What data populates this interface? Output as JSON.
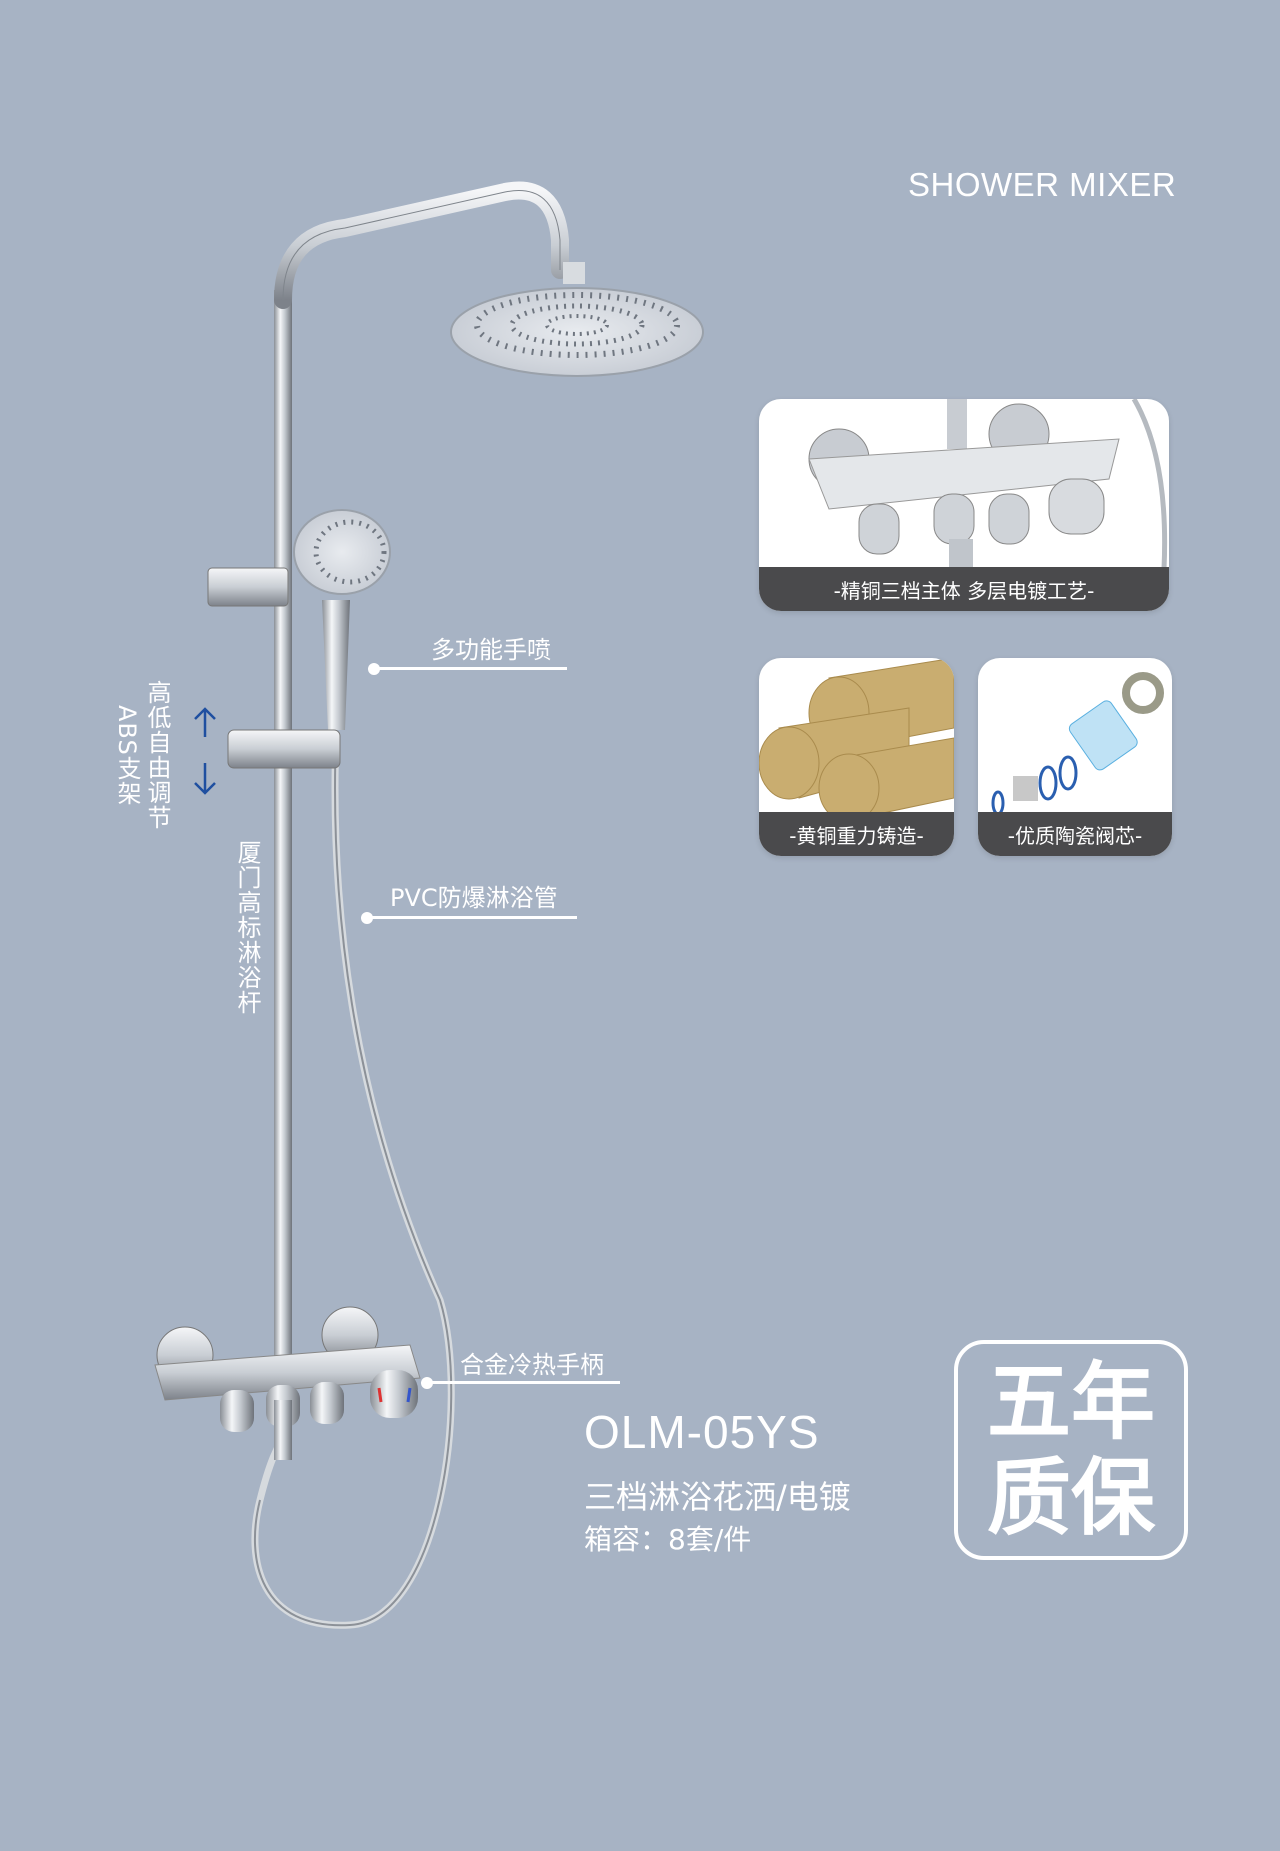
{
  "header": {
    "title": "SHOWER MIXER"
  },
  "features": [
    {
      "caption": "-精铜三档主体  多层电镀工艺-",
      "icon": "mixer-valve-photo"
    },
    {
      "caption": "-黄铜重力铸造-",
      "icon": "brass-rods-photo"
    },
    {
      "caption": "-优质陶瓷阀芯-",
      "icon": "ceramic-cartridge-photo"
    }
  ],
  "callouts": {
    "hand_shower": "多功能手喷",
    "hose": "PVC防爆淋浴管",
    "handle": "合金冷热手柄",
    "bracket_line1": "高低自由调节",
    "bracket_line2": "ABS支架",
    "rod": "厦门高标淋浴杆"
  },
  "product": {
    "model": "OLM-05YS",
    "description": "三档淋浴花洒/电镀",
    "packing": "箱容：8套/件"
  },
  "warranty": {
    "line1": "五年",
    "line2": "质保"
  },
  "colors": {
    "background": "#a7b3c4",
    "arrow": "#1f4fa0",
    "caption_bar": "#4a4a4c"
  }
}
